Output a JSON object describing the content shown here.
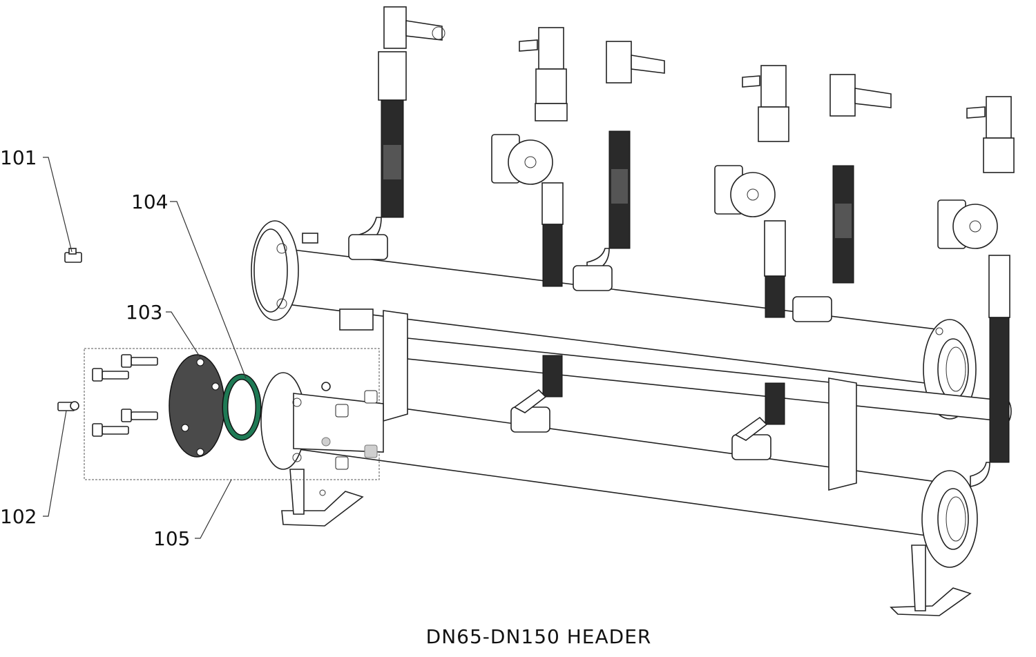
{
  "diagram": {
    "title": "DN65-DN150 HEADER",
    "callouts": [
      {
        "id": "101",
        "label": "101"
      },
      {
        "id": "102",
        "label": "102"
      },
      {
        "id": "103",
        "label": "103"
      },
      {
        "id": "104",
        "label": "104"
      },
      {
        "id": "105",
        "label": "105"
      }
    ],
    "colors": {
      "gasket": "#1f7a55",
      "blank_flange": "#4a4a4a",
      "line": "#222222"
    }
  }
}
